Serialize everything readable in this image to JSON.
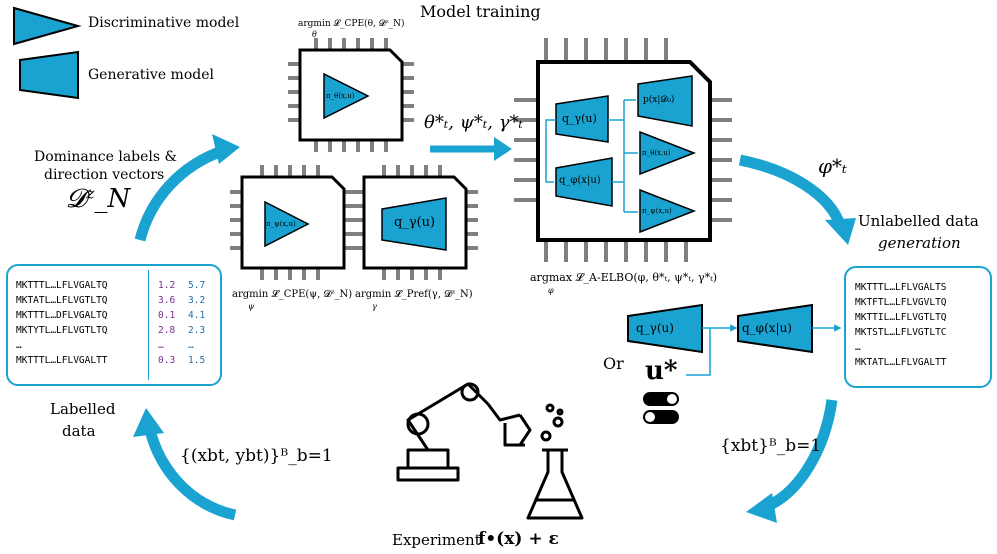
{
  "legend": {
    "discriminative": "Discriminative model",
    "generative": "Generative model"
  },
  "titles": {
    "model_training": "Model training",
    "dominance_line1": "Dominance labels &",
    "dominance_line2": "direction vectors",
    "dominance_symbol": "𝓓ᶻ_N",
    "unlabelled_line1": "Unlabelled data",
    "unlabelled_line2": "generation",
    "labelled_line1": "Labelled",
    "labelled_line2": "data",
    "experiment": "Experiment",
    "experiment_formula": "f•(x) + ε",
    "or": "Or"
  },
  "math": {
    "argmin_theta_top": "argmin 𝓛_CPE(θ, 𝓓ᶻ_N)",
    "argmin_theta_sub": "θ",
    "argmin_psi": "argmin 𝓛_CPE(ψ, 𝓓ᶻ_N)",
    "argmin_psi_sub": "ψ",
    "argmin_gamma": "argmin 𝓛_Pref(γ, 𝓓ᶻ_N)",
    "argmin_gamma_sub": "γ",
    "argmax_phi": "argmax 𝓛_A-ELBO(φ, θ*ₜ, ψ*ₜ, γ*ₜ)",
    "argmax_phi_sub": "φ",
    "params_star": "θ*ₜ, ψ*ₜ, γ*ₜ",
    "phi_star": "φ*ₜ",
    "x_batch": "{xbt}ᴮ_b=1",
    "xy_batch": "{(xbt, ybt)}ᴮ_b=1",
    "u_star": "u*"
  },
  "chips": {
    "pi_theta": "π_θ(x,u)",
    "pi_psi": "π_ψ(x,u)",
    "q_gamma": "q_γ(u)",
    "q_gamma_big": "q_γ(u)",
    "q_phi": "q_φ(x|u)",
    "p_x_d0": "p(x|𝓓₀)",
    "pi_theta_small": "π_θ(x,u)",
    "pi_psi_small": "π_ψ(x,u)"
  },
  "gen_row": {
    "q_gamma": "q_γ(u)",
    "q_phi": "q_φ(x|u)"
  },
  "labelled_table": {
    "sequences": [
      "MKTTTL…LFLVGALTQ",
      "MKTATL…LFLVGTLTQ",
      "MKTTTL…DFLVGALTQ",
      "MKTYTL…LFLVGTLTQ",
      "…",
      "MKTTTL…LFLVGALTT"
    ],
    "col1": [
      "1.2",
      "3.6",
      "0.1",
      "2.8",
      "…",
      "0.3"
    ],
    "col2": [
      "5.7",
      "3.2",
      "4.1",
      "2.3",
      "…",
      "1.5"
    ]
  },
  "unlabelled_table": {
    "sequences": [
      "MKTTTL…LFLVGALTS",
      "MKTFTL…LFLVGVLTQ",
      "MKTTIL…LFLVGTLTQ",
      "MKTSTL…LFLVGTLTC",
      "…",
      "MKTATL…LFLVGALTT"
    ]
  },
  "colors": {
    "accent": "#1aa3d0",
    "chip_fill": "#1aa3d0",
    "pin": "#808080",
    "purple_values": "#7a2e8e",
    "blue_values": "#1f6fa8"
  }
}
